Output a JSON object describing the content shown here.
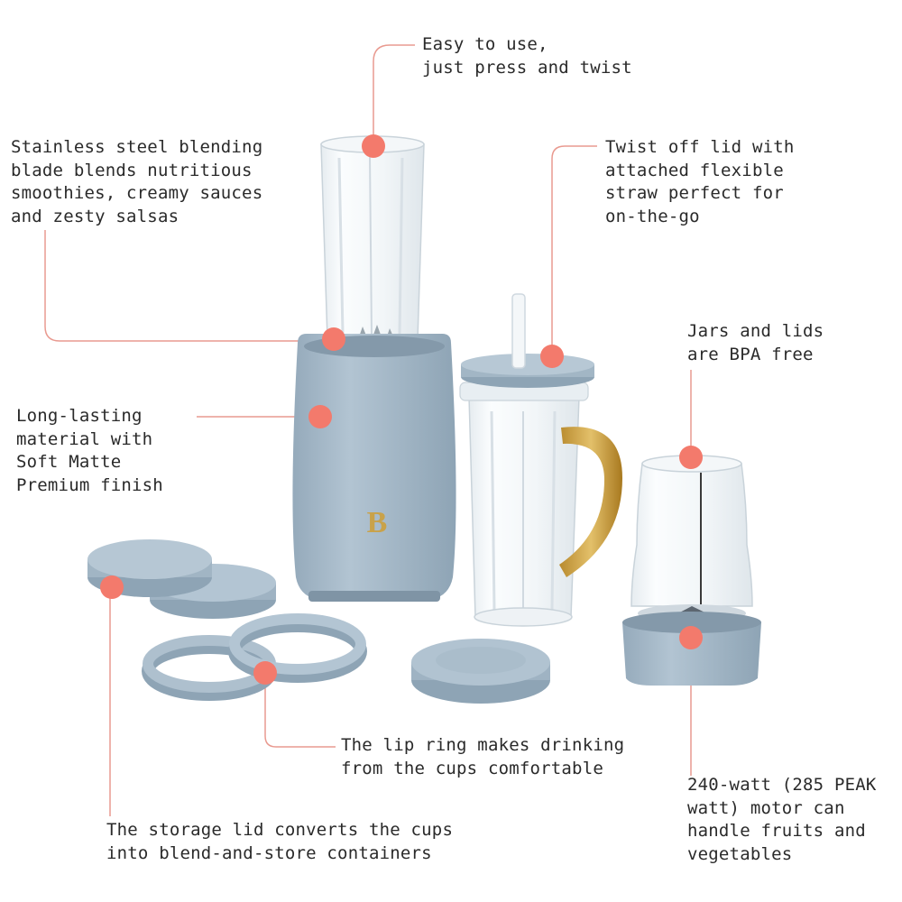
{
  "callouts": {
    "easy_use": [
      "Easy to use,",
      "just press and twist"
    ],
    "blade": [
      "Stainless steel blending",
      "blade blends nutritious",
      "smoothies, creamy sauces",
      "and zesty salsas"
    ],
    "twist_lid": [
      "Twist off lid with",
      "attached flexible",
      "straw perfect for",
      "on-the-go"
    ],
    "bpa": [
      "Jars and lids",
      "are BPA free"
    ],
    "material": [
      "Long-lasting",
      "material with",
      "Soft Matte",
      "Premium finish"
    ],
    "lip_ring": [
      "The lip ring makes drinking",
      "from the cups comfortable"
    ],
    "motor": [
      "240-watt (285 PEAK",
      "watt) motor can",
      "handle fruits and",
      "vegetables"
    ],
    "storage_lid": [
      "The storage lid converts the cups",
      "into blend-and-store containers"
    ]
  },
  "brand_mark": "B",
  "colors": {
    "accent_dot": "#f37a6c",
    "leader_line": "#e99a90",
    "product_blue": "#a9bccb",
    "product_blue_dark": "#8ea4b5",
    "gold": "#c9a24a",
    "text": "#2a2a2a"
  }
}
